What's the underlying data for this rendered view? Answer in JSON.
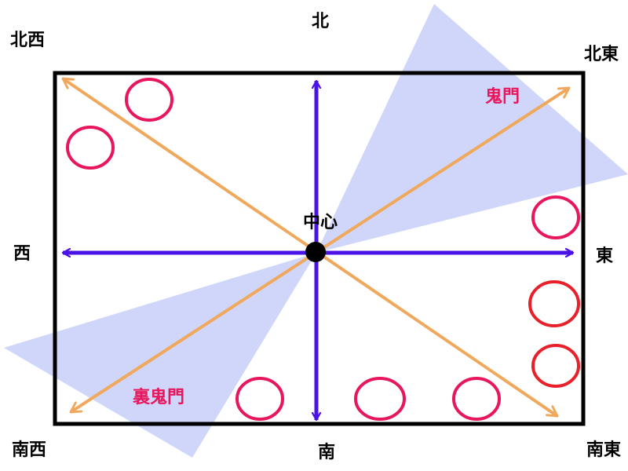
{
  "directions": {
    "north": "北",
    "south": "南",
    "east": "東",
    "west": "西",
    "northeast": "北東",
    "northwest": "北西",
    "southeast": "南東",
    "southwest": "南西"
  },
  "center_label": "中心",
  "kimon_label": "鬼門",
  "ura_kimon_label": "裏鬼門",
  "colors": {
    "frame": "#000000",
    "axis_arrows": "#4a12e6",
    "diagonal_arrows": "#f0a85c",
    "wedge_fill": "#aab4f4",
    "circle_stroke_pink": "#e8175d",
    "circle_stroke_red": "#e8202a",
    "label_accent": "#e8175d",
    "center_dot": "#000000"
  }
}
